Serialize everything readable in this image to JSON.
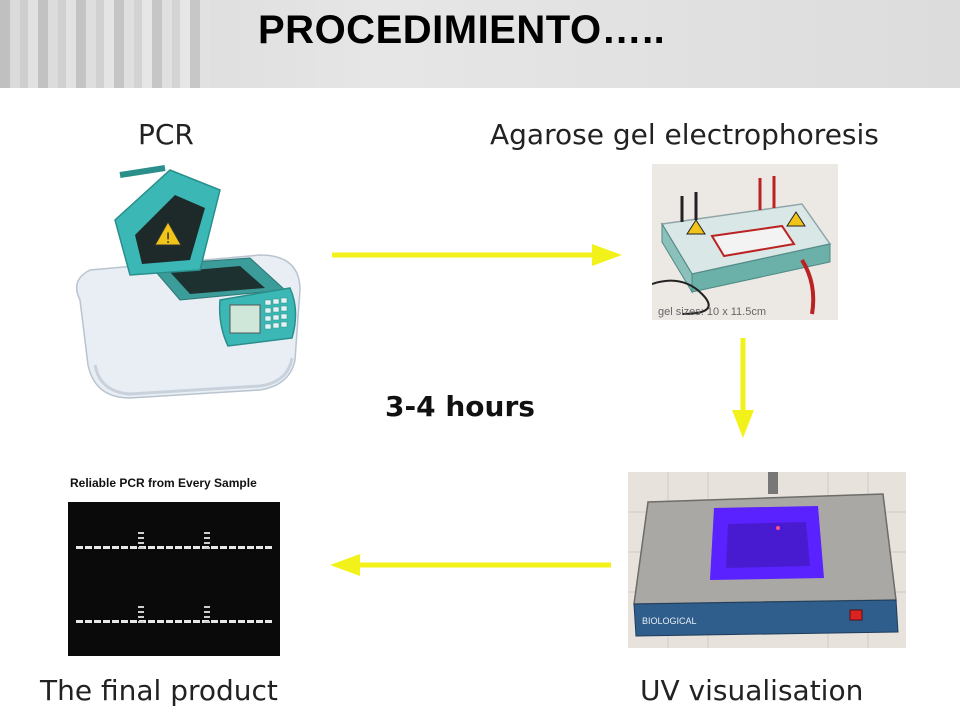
{
  "slide": {
    "title": "PROCEDIMIENTO….."
  },
  "steps": {
    "pcr": {
      "label": "PCR",
      "icon": "thermal-cycler"
    },
    "gel": {
      "label": "Agarose gel electrophoresis",
      "icon": "gel-tank",
      "photo_caption": "gel sizes: 10 x 11.5cm"
    },
    "uv": {
      "label": "UV visualisation",
      "icon": "uv-transilluminator",
      "device_brand": "BIOLOGICAL"
    },
    "final": {
      "label": "The final product",
      "icon": "gel-image",
      "photo_caption": "Reliable PCR from Every Sample"
    }
  },
  "duration": "3-4 hours",
  "colors": {
    "arrow": "#f2f21a",
    "teal": "#3bb8b5",
    "uv_glow": "#5a22ff"
  }
}
